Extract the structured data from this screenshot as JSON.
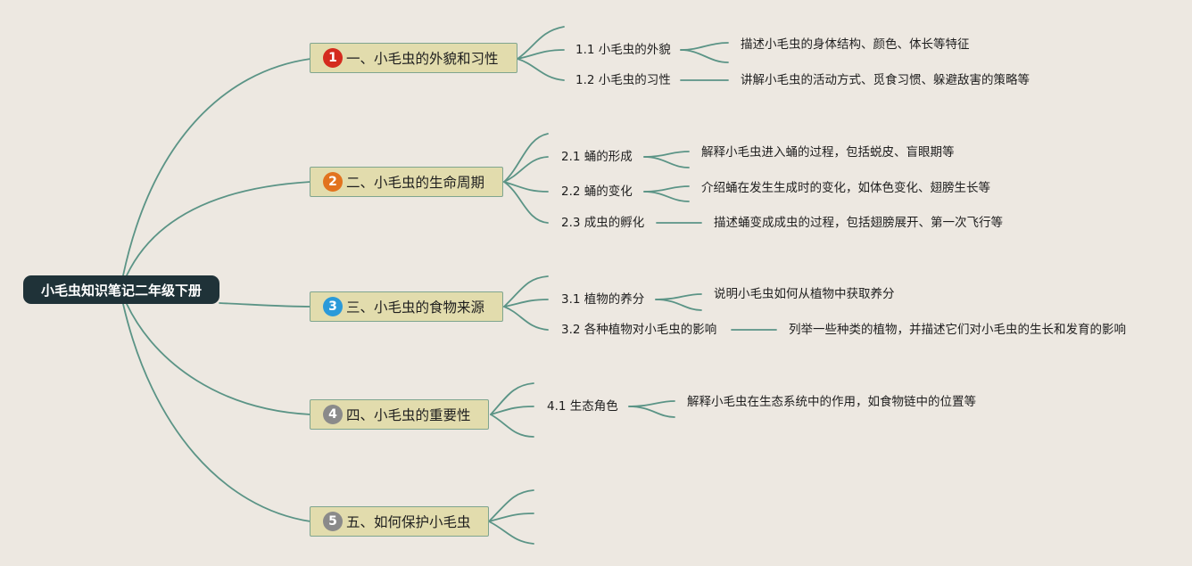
{
  "root": {
    "label": "小毛虫知识笔记二年级下册"
  },
  "branches": [
    {
      "number": "1",
      "color": "#d42b1e",
      "label": "一、小毛虫的外貌和习性",
      "topics": [
        {
          "label": "1.1 小毛虫的外貌",
          "note": "描述小毛虫的身体结构、颜色、体长等特征"
        },
        {
          "label": "1.2 小毛虫的习性",
          "note": "讲解小毛虫的活动方式、觅食习惯、躲避敌害的策略等"
        }
      ]
    },
    {
      "number": "2",
      "color": "#e2731e",
      "label": "二、小毛虫的生命周期",
      "topics": [
        {
          "label": "2.1 蛹的形成",
          "note": "解释小毛虫进入蛹的过程，包括蜕皮、盲眼期等"
        },
        {
          "label": "2.2 蛹的变化",
          "note": "介绍蛹在发生生成时的变化，如体色变化、翅膀生长等"
        },
        {
          "label": "2.3 成虫的孵化",
          "note": "描述蛹变成成虫的过程，包括翅膀展开、第一次飞行等"
        }
      ]
    },
    {
      "number": "3",
      "color": "#2b9ad9",
      "label": "三、小毛虫的食物来源",
      "topics": [
        {
          "label": "3.1 植物的养分",
          "note": "说明小毛虫如何从植物中获取养分"
        },
        {
          "label": "3.2 各种植物对小毛虫的影响",
          "note": "列举一些种类的植物，并描述它们对小毛虫的生长和发育的影响"
        }
      ]
    },
    {
      "number": "4",
      "color": "#8a8a8a",
      "label": "四、小毛虫的重要性",
      "topics": [
        {
          "label": "4.1 生态角色",
          "note": "解释小毛虫在生态系统中的作用，如食物链中的位置等"
        }
      ]
    },
    {
      "number": "5",
      "color": "#8a8a8a",
      "label": "五、如何保护小毛虫",
      "topics": []
    }
  ]
}
